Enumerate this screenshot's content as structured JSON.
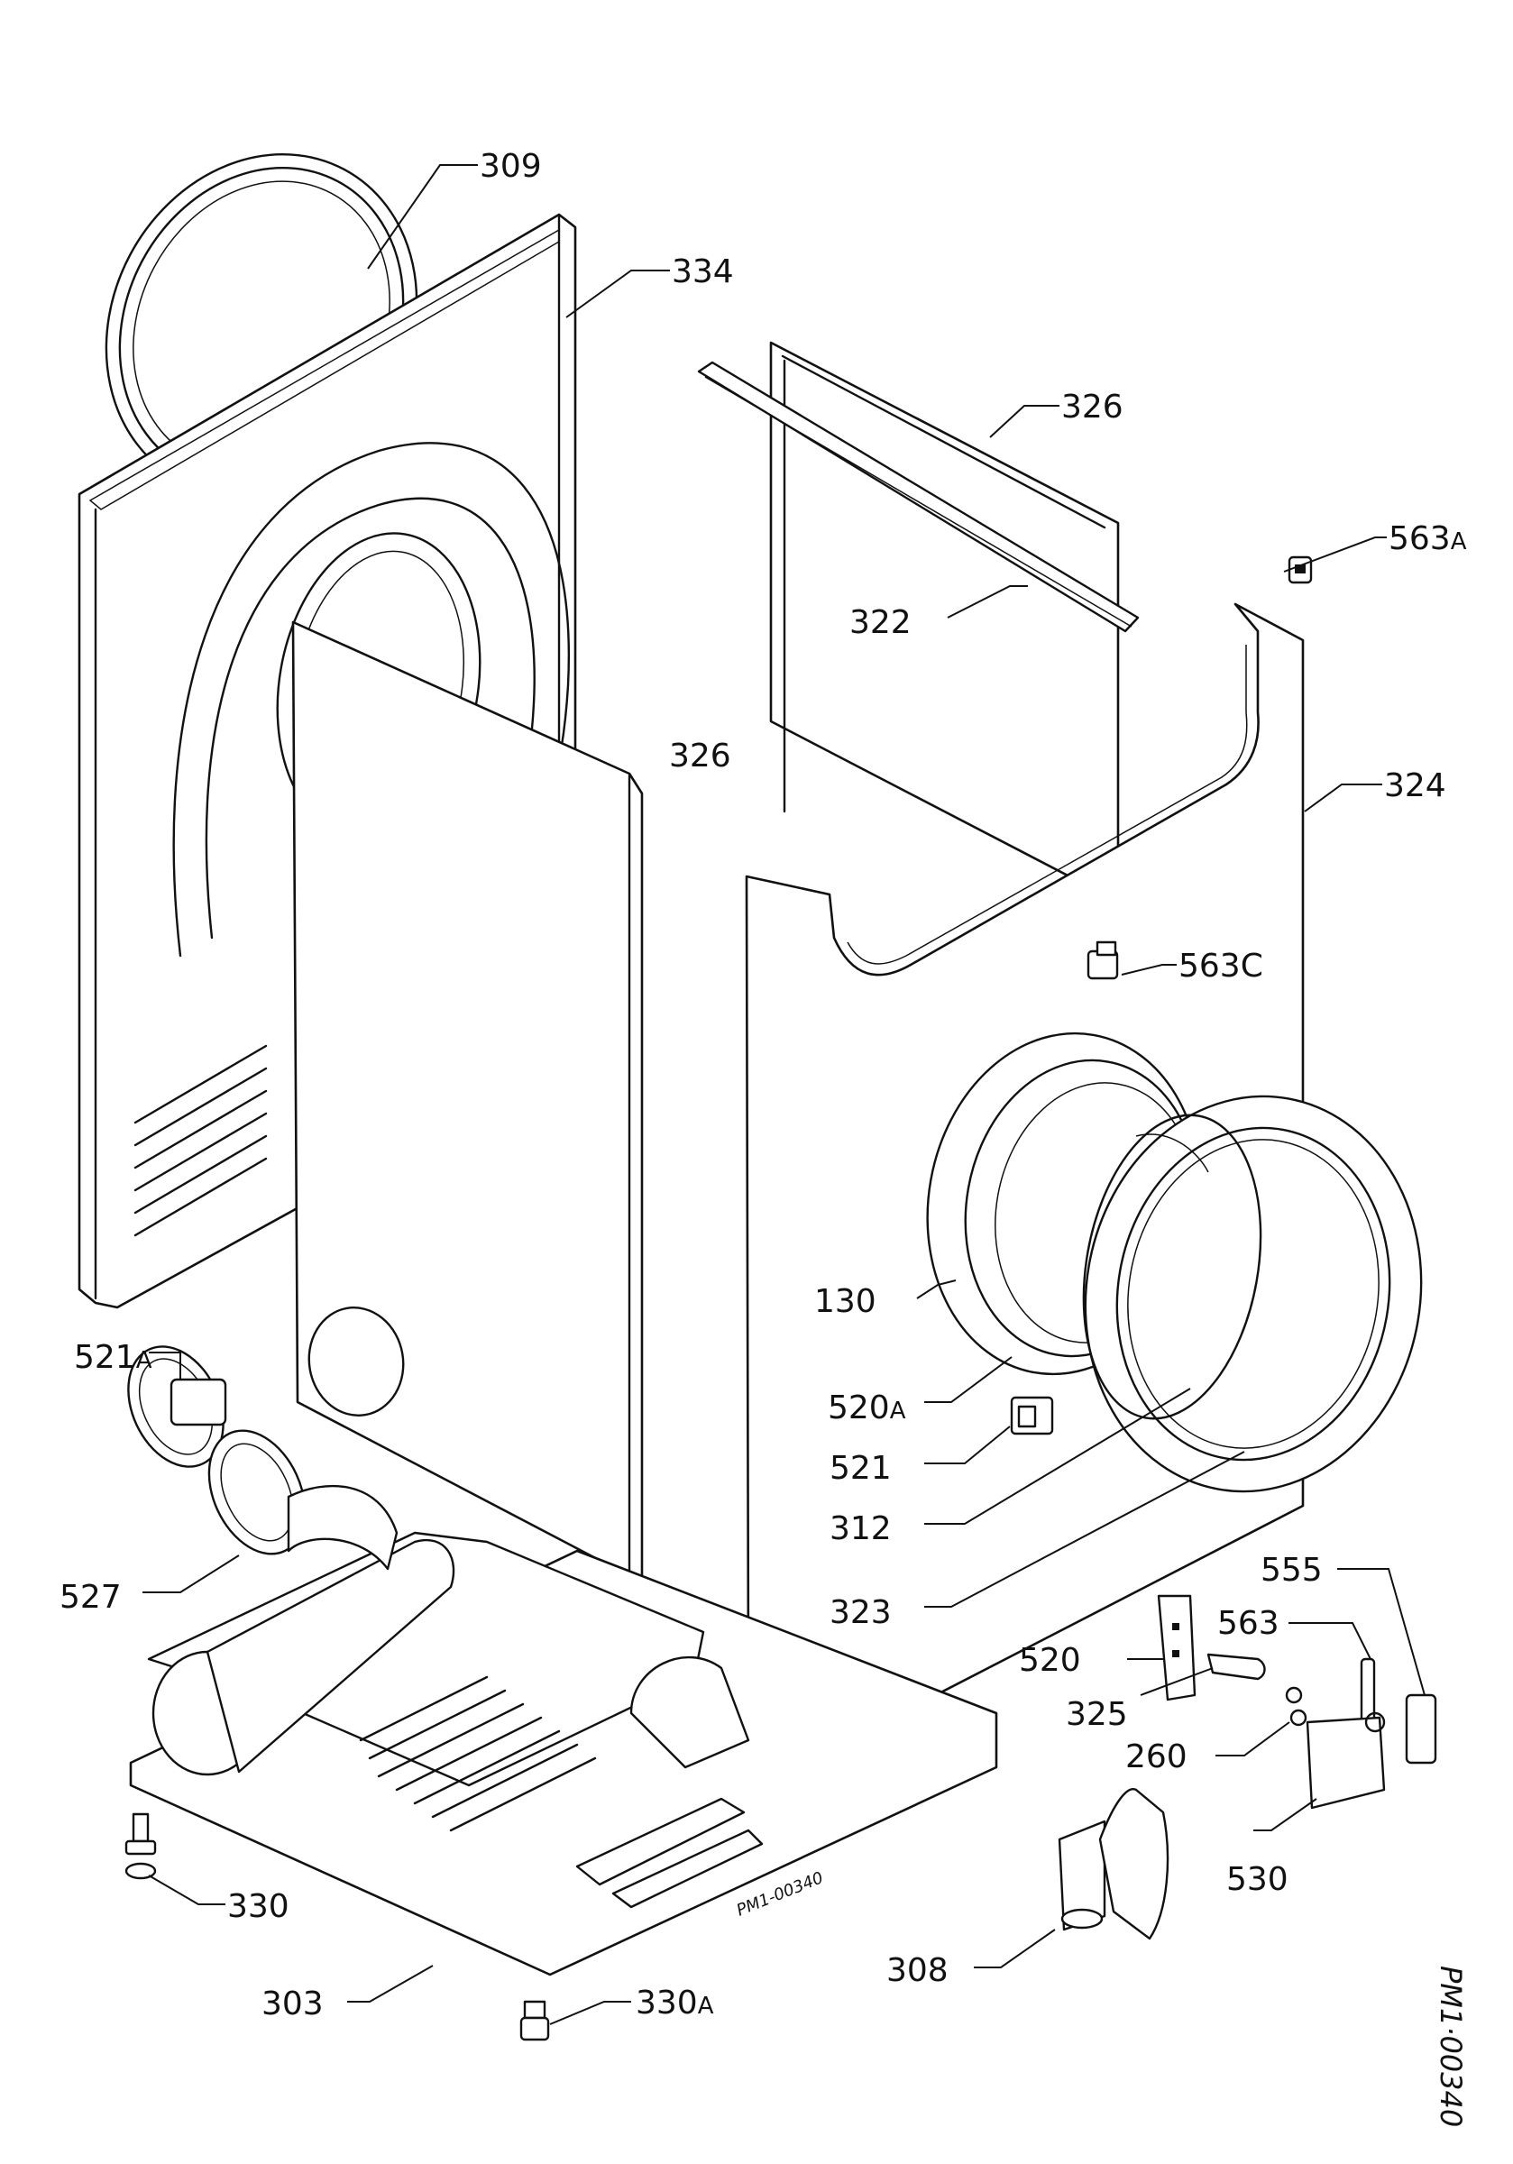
{
  "callouts": {
    "c309": "309",
    "c334": "334",
    "c326a": "326",
    "c326b": "326",
    "c322": "322",
    "c563a": "563",
    "c563a_sfx": "A",
    "c324": "324",
    "c563c": "563C",
    "c130": "130",
    "c520a": "520",
    "c520a_sfx": "A",
    "c521": "521",
    "c312": "312",
    "c323": "323",
    "c521a": "521",
    "c521a_sfx": "A",
    "c527": "527",
    "c555": "555",
    "c563": "563",
    "c520": "520",
    "c325": "325",
    "c260": "260",
    "c530": "530",
    "c308": "308",
    "c330": "330",
    "c303": "303",
    "c330a": "330",
    "c330a_sfx": "A"
  },
  "base_stamp": "PM1-00340",
  "side_code": "PM1·00340"
}
